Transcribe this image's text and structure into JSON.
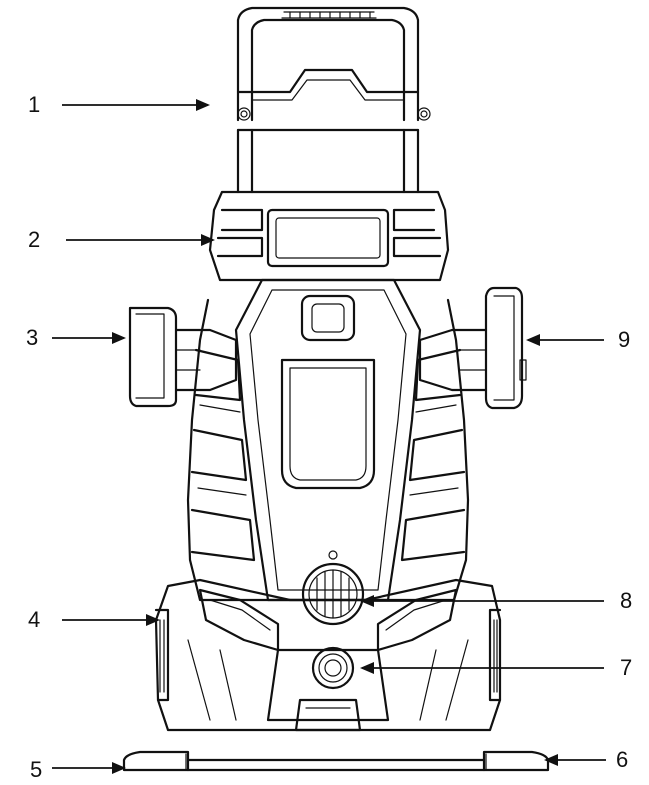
{
  "diagram": {
    "subject": "pressure-washer-front-view",
    "callouts": [
      {
        "id": "1",
        "label": "1"
      },
      {
        "id": "2",
        "label": "2"
      },
      {
        "id": "3",
        "label": "3"
      },
      {
        "id": "4",
        "label": "4"
      },
      {
        "id": "5",
        "label": "5"
      },
      {
        "id": "6",
        "label": "6"
      },
      {
        "id": "7",
        "label": "7"
      },
      {
        "id": "8",
        "label": "8"
      },
      {
        "id": "9",
        "label": "9"
      }
    ]
  }
}
